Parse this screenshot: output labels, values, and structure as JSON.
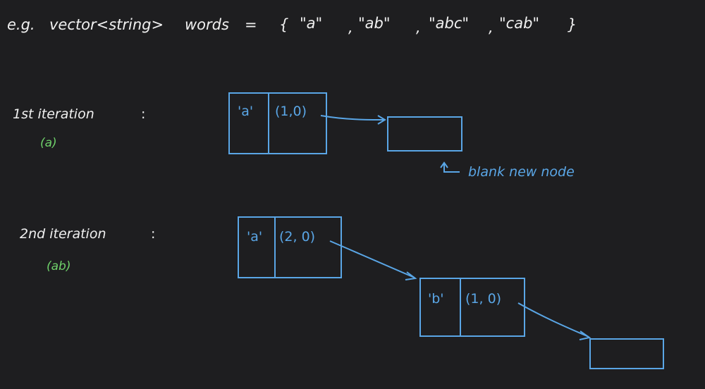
{
  "colors": {
    "background": "#1e1e20",
    "ink": "#f0f0f0",
    "blue": "#5aa6e6",
    "green": "#6fd16a"
  },
  "header": {
    "prefix": "e.g.",
    "decl": "vector<string>",
    "varname": "words",
    "equals": "=",
    "open": "{",
    "w1": "\"a\"",
    "w2": "\"ab\"",
    "w3": "\"abc\"",
    "w4": "\"cab\"",
    "comma": ",",
    "close": "}"
  },
  "iter1": {
    "label": "1st iteration",
    "colon": ":",
    "word": "(a)",
    "node": {
      "char": "'a'",
      "pair": "(1,0)"
    },
    "note": "blank new node"
  },
  "iter2": {
    "label": "2nd iteration",
    "colon": ":",
    "word": "(ab)",
    "node1": {
      "char": "'a'",
      "pair": "(2, 0)"
    },
    "node2": {
      "char": "'b'",
      "pair": "(1, 0)"
    }
  }
}
